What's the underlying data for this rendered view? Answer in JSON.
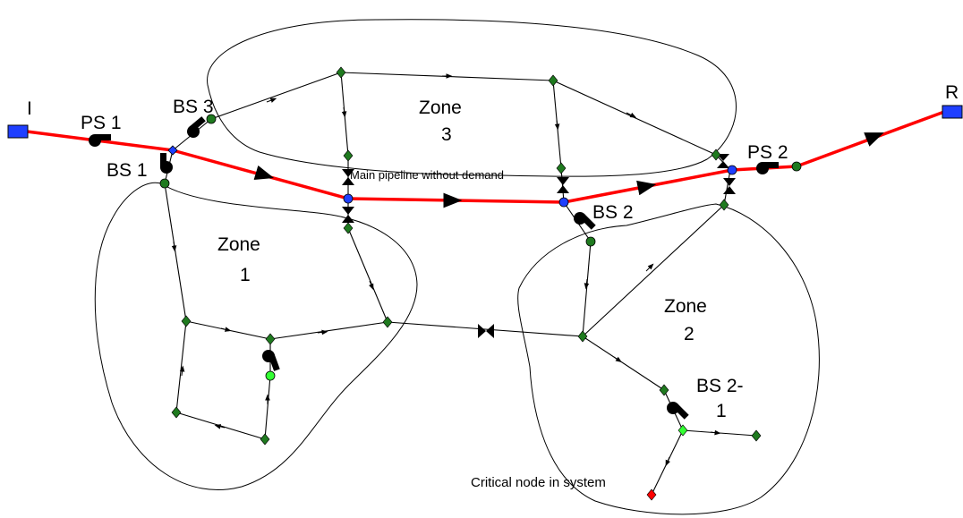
{
  "labels": {
    "inlet": "I",
    "reservoir": "R",
    "ps1": "PS 1",
    "ps2": "PS 2",
    "bs1": "BS 1",
    "bs2": "BS 2",
    "bs3": "BS 3",
    "bs21_line1": "BS 2-",
    "bs21_line2": "1",
    "zone1_line1": "Zone",
    "zone1_line2": "1",
    "zone2_line1": "Zone",
    "zone2_line2": "2",
    "zone3_line1": "Zone",
    "zone3_line2": "3",
    "main_pipeline": "Main pipeline without demand",
    "critical_node": "Critical node in system"
  },
  "colors": {
    "main_pipe": "#ff0000",
    "pipe": "#000000",
    "junction": "#1f7a1f",
    "junction_light": "#33cc33",
    "main_node": "#1f3fff",
    "critical": "#ff0000",
    "tank": "#1f3fff"
  }
}
